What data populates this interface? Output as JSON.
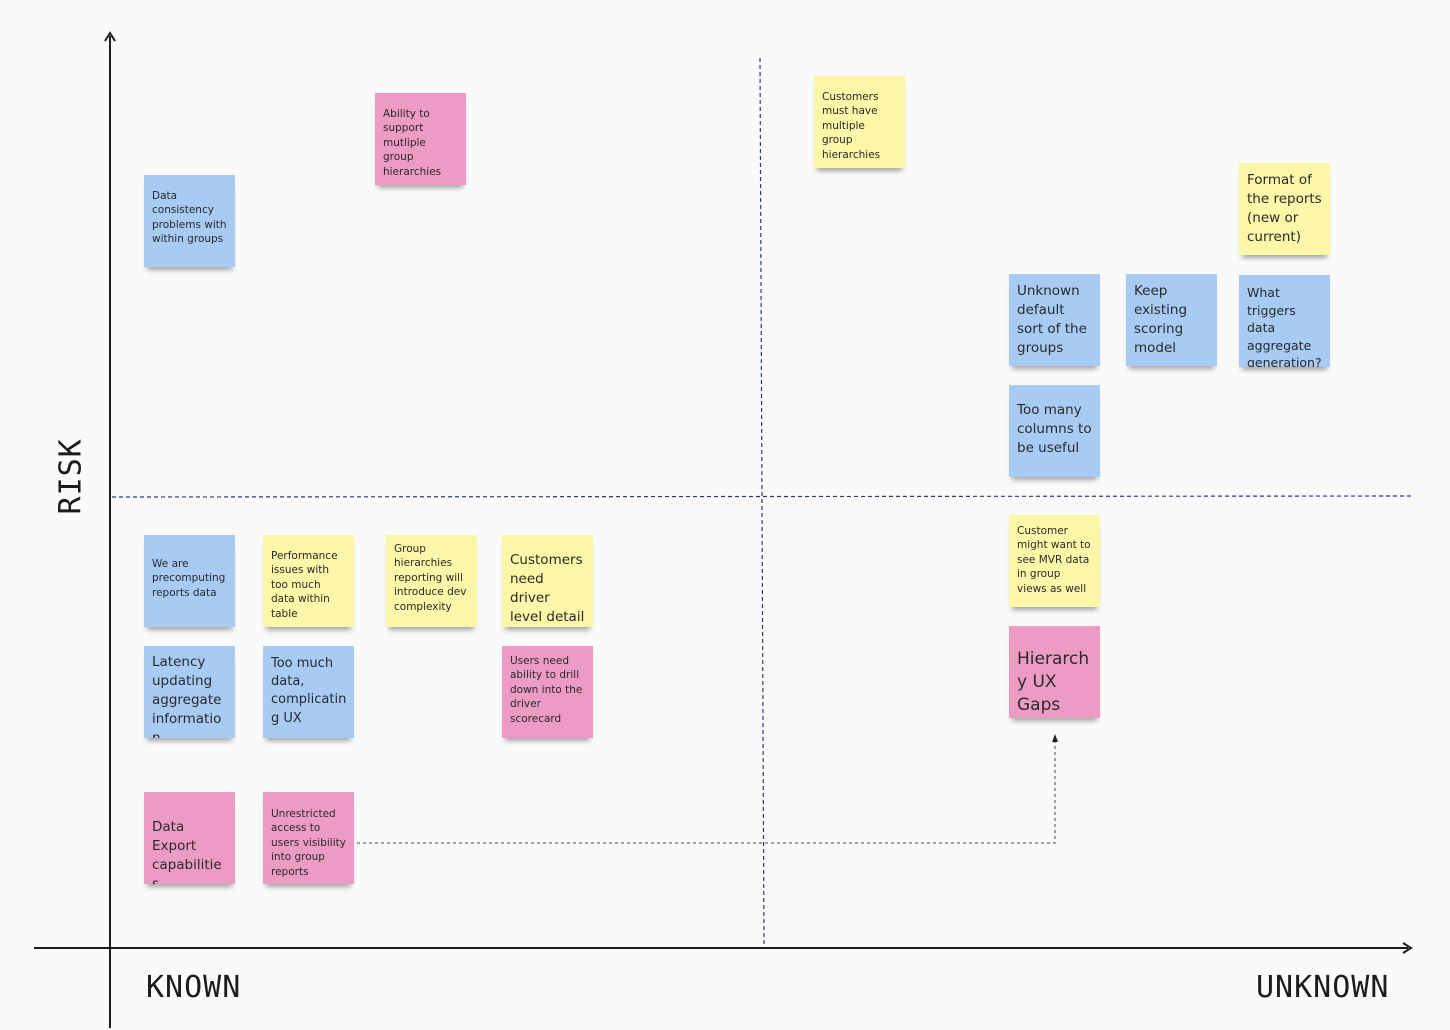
{
  "labels": {
    "y_axis": "RISK",
    "x_left": "KNOWN",
    "x_right": "UNKNOWN"
  },
  "colors": {
    "blue": "#a7cbf3",
    "yellow": "#fbf6a8",
    "pink": "#ec9bc4",
    "axis": "#1c1c1c",
    "divider": "#2c3a7a"
  },
  "notes": {
    "ability_multiple_hierarchies": "Ability to support mutliple group hierarchies",
    "data_consistency": "Data consistency problems with within groups",
    "customers_multiple_hierarchies": "Customers must have multiple group hierarchies",
    "format_of_reports": "Format of the reports (new or current)",
    "unknown_default_sort": "Unknown default sort of the groups",
    "keep_scoring_model": "Keep existing scoring model",
    "what_triggers_aggregate": "What triggers data aggregate generation?",
    "too_many_columns": "Too many columns to be useful",
    "precomputing_reports": "We are precomputing reports data",
    "performance_issues": "Performance issues with too much data within table",
    "group_hierarchies_complexity": "Group hierarchies reporting will introduce dev complexity",
    "driver_level_detail": "Customers need driver level detail",
    "customer_mvr_data": "Customer might want to see MVR data in group views as well",
    "latency_aggregate": "Latency updating aggregate information",
    "too_much_data_ux": "Too much data, complicating UX",
    "drill_down_scorecard": "Users need ability to drill down into the driver scorecard",
    "hierarchy_ux_gaps": "Hierarchy UX Gaps",
    "data_export": "Data Export capabilities",
    "unrestricted_access": "Unrestricted access to users visibility into group reports"
  }
}
